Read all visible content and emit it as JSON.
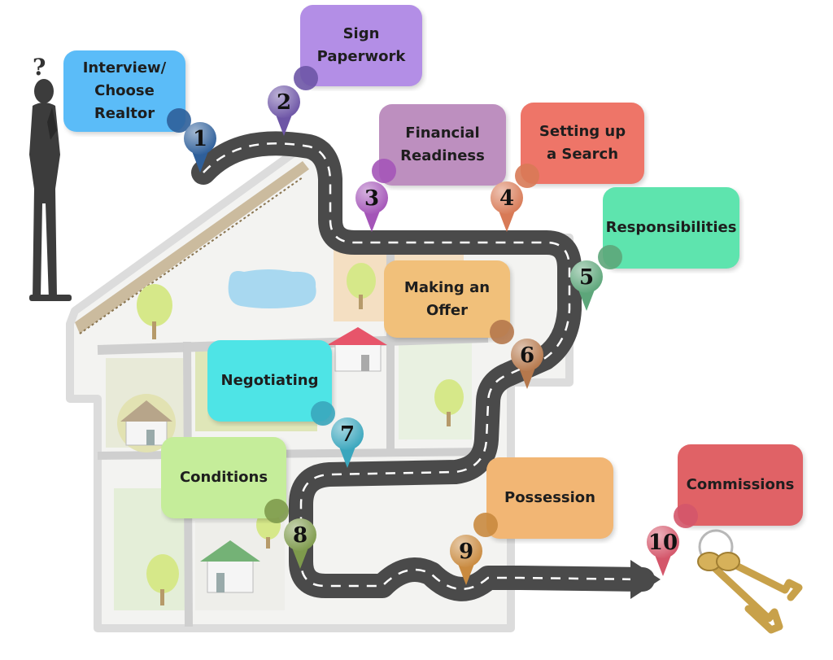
{
  "diagram": {
    "steps": [
      {
        "number": "1",
        "label": "Interview/\nChoose Realtor",
        "box_color": "#5bbcf8",
        "pin_color": "#2e5f9a"
      },
      {
        "number": "2",
        "label": "Sign\nPaperwork",
        "box_color": "#b38ee6",
        "pin_color": "#6d55a6"
      },
      {
        "number": "3",
        "label": "Financial\nReadiness",
        "box_color": "#bd8fbf",
        "pin_color": "#a455b8"
      },
      {
        "number": "4",
        "label": "Setting up\na Search",
        "box_color": "#ee7568",
        "pin_color": "#d87a56"
      },
      {
        "number": "5",
        "label": "Responsibilities",
        "box_color": "#5ee4ae",
        "pin_color": "#5da67a"
      },
      {
        "number": "6",
        "label": "Making an\nOffer",
        "box_color": "#f1c07a",
        "pin_color": "#b5784c"
      },
      {
        "number": "7",
        "label": "Negotiating",
        "box_color": "#4ee4e6",
        "pin_color": "#3aa6bd"
      },
      {
        "number": "8",
        "label": "Conditions",
        "box_color": "#c5ed9a",
        "pin_color": "#7e9a4c"
      },
      {
        "number": "9",
        "label": "Possession",
        "box_color": "#f2b674",
        "pin_color": "#c98a3f"
      },
      {
        "number": "10",
        "label": "Commissions",
        "box_color": "#e06266",
        "pin_color": "#d4566a"
      }
    ],
    "question_mark": "?"
  }
}
